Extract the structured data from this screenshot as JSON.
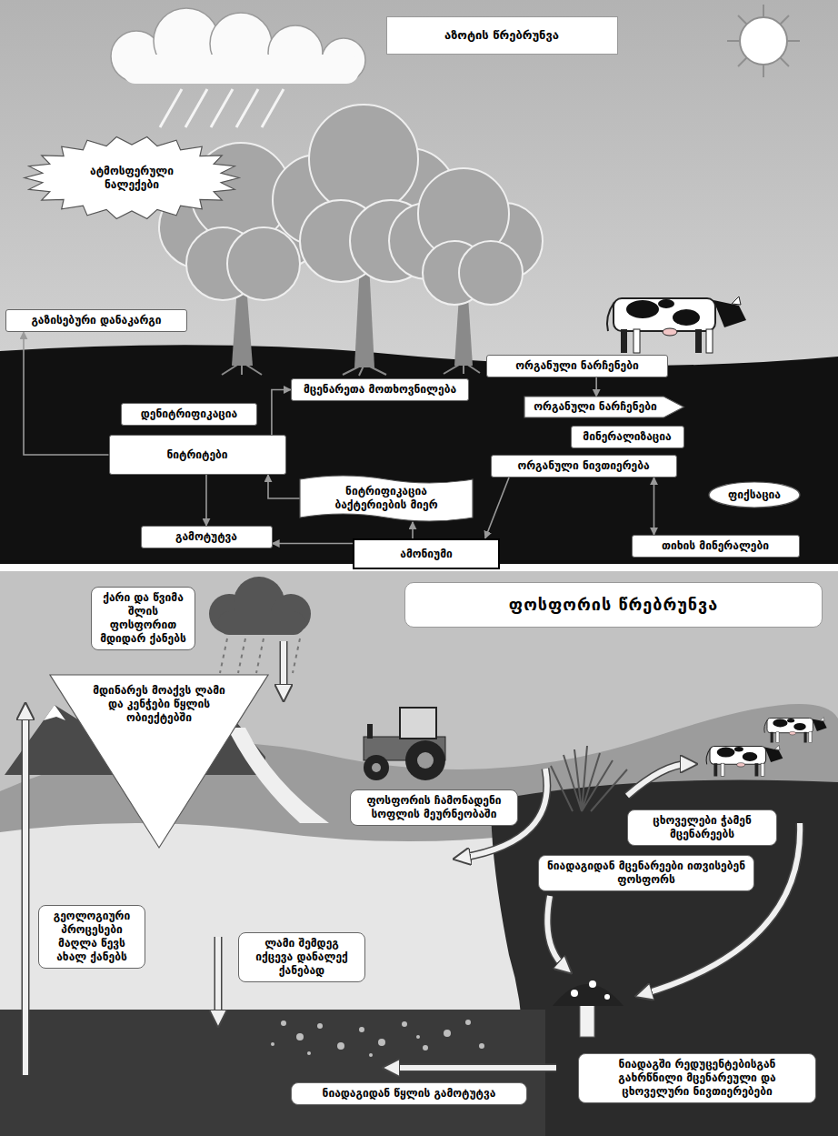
{
  "diagram": {
    "nodes": [
      {
        "text": [
          "აზოტის წრებრუნვა"
        ]
      },
      {
        "text": [
          "ატმოსფერული ნალექები"
        ]
      },
      {
        "text": [
          "გაზისებური დანაკარგი"
        ]
      },
      {
        "text": [
          "მცენარეთა მოთხოვნილება"
        ]
      },
      {
        "text": [
          "დენიტრიფიკაცია"
        ]
      },
      {
        "text": [
          "ორგანული ნარჩენები"
        ]
      },
      {
        "text": [
          "ორგანული ნარჩენები"
        ]
      },
      {
        "text": [
          "მინერალიზაცია"
        ]
      },
      {
        "text": [
          "ნიტრიტები"
        ]
      },
      {
        "text": [
          "ორგანული ნივთიერება"
        ]
      },
      {
        "text": [
          "ნიტრიფიკაცია ბაქტერიების მიერ"
        ]
      },
      {
        "text": [
          "ფიქსაცია"
        ]
      },
      {
        "text": [
          "გამოტუტვა"
        ]
      },
      {
        "text": [
          "ამონიუმი"
        ]
      },
      {
        "text": [
          "თიხის მინერალები"
        ]
      },
      {
        "text": [
          "ფოსფორის წრებრუნვა"
        ]
      },
      {
        "text": [
          "ქარი და წვიმა შლის ფოსფორით მდიდარ ქანებს"
        ]
      },
      {
        "text": [
          "მდინარეს მოაქვს ლამი და კენჭები წყლის ობიექტებში"
        ]
      },
      {
        "text": [
          "ფოსფორის ჩამონადენი სოფლის მეურნეობაში"
        ]
      },
      {
        "text": [
          "ცხოველები ჭამენ მცენარეებს"
        ]
      },
      {
        "text": [
          "ნიადაგიდან მცენარეები ითვისებენ ფოსფორს"
        ]
      },
      {
        "text": [
          "გეოლოგიური პროცესები მაღლა წევს ახალ ქანებს"
        ]
      },
      {
        "text": [
          "ლამი შემდეგ იქცევა დანალექ ქანებად"
        ]
      },
      {
        "text": [
          "ნიადაგიდან წყლის გამოტუტვა"
        ]
      },
      {
        "text": [
          "ნიადაგში რედუცენტებისგან გახრწნილი მცენარეული და ცხოველური ნივთიერებები"
        ]
      }
    ],
    "edges": [
      {
        "from": 8,
        "to": 2,
        "arrow": "to"
      },
      {
        "from": 8,
        "to": 3,
        "arrow": "to"
      },
      {
        "from": 10,
        "to": 8,
        "arrow": "to"
      },
      {
        "from": 13,
        "to": 10,
        "arrow": "to"
      },
      {
        "from": 8,
        "to": 12,
        "arrow": "to"
      },
      {
        "from": 13,
        "to": 12,
        "arrow": "to"
      },
      {
        "from": 9,
        "to": 13,
        "arrow": "to"
      },
      {
        "from": 9,
        "to": 14,
        "arrow": "both"
      },
      {
        "from": 5,
        "to": 6,
        "arrow": "to"
      }
    ]
  }
}
